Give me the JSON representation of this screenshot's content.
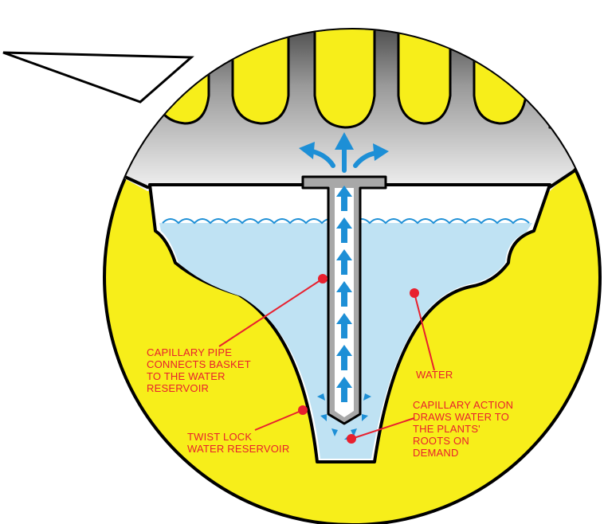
{
  "colors": {
    "yellow": "#f7ee1a",
    "outline": "#000000",
    "water": "#bfe2f3",
    "arrow": "#1d8fd6",
    "label_red": "#e8202e",
    "pipe": "#9a9a9a"
  },
  "labels": {
    "capillary_pipe": [
      "CAPILLARY PIPE",
      "CONNECTS BASKET",
      "TO THE WATER",
      "RESERVOIR"
    ],
    "water": [
      "WATER"
    ],
    "capillary_action": [
      "CAPILLARY ACTION",
      "DRAWS WATER TO",
      "THE PLANTS'",
      "ROOTS ON",
      "DEMAND"
    ],
    "twist_lock": [
      "TWIST LOCK",
      "WATER RESERVOIR"
    ]
  }
}
